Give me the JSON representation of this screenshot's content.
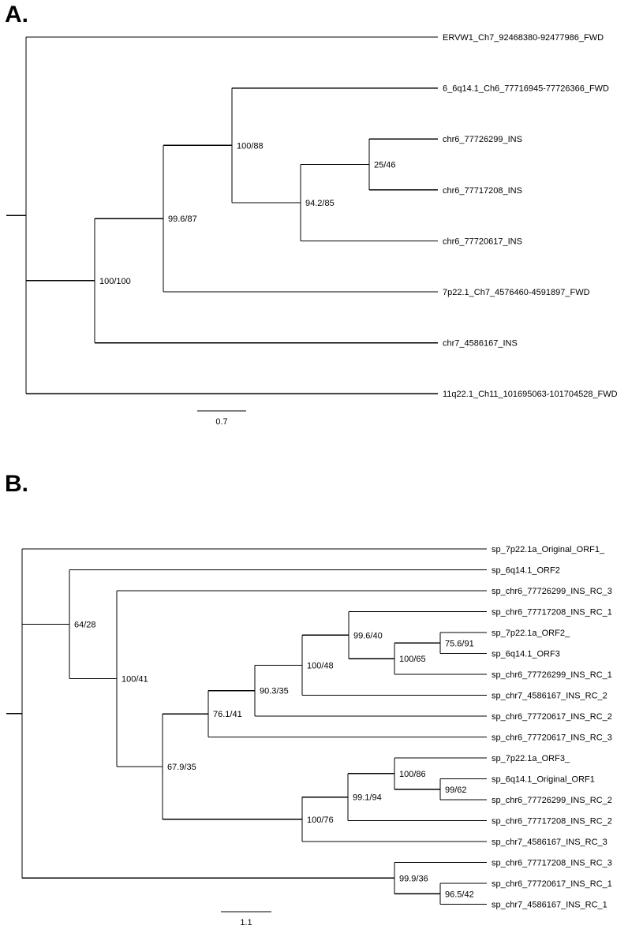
{
  "panels": [
    {
      "id": "A",
      "letter": "A.",
      "scale_bar": {
        "label": "0.7"
      },
      "tree": {
        "support": "",
        "children": [
          {
            "leaf": "ERVW1_Ch7_92468380-92477986_FWD"
          },
          {
            "support": "100/100",
            "children": [
              {
                "support": "99.6/87",
                "children": [
                  {
                    "support": "100/88",
                    "children": [
                      {
                        "leaf": "6_6q14.1_Ch6_77716945-77726366_FWD"
                      },
                      {
                        "support": "94.2/85",
                        "children": [
                          {
                            "support": "25/46",
                            "children": [
                              {
                                "leaf": "chr6_77726299_INS"
                              },
                              {
                                "leaf": "chr6_77717208_INS"
                              }
                            ]
                          },
                          {
                            "leaf": "chr6_77720617_INS"
                          }
                        ]
                      }
                    ]
                  },
                  {
                    "leaf": "7p22.1_Ch7_4576460-4591897_FWD"
                  }
                ]
              },
              {
                "leaf": "chr7_4586167_INS"
              }
            ]
          },
          {
            "leaf": "11q22.1_Ch11_101695063-101704528_FWD"
          }
        ]
      }
    },
    {
      "id": "B",
      "letter": "B.",
      "scale_bar": {
        "label": "1.1"
      },
      "tree": {
        "support": "",
        "children": [
          {
            "leaf": "sp_7p22.1a_Original_ORF1_"
          },
          {
            "support": "64/28",
            "children": [
              {
                "leaf": "sp_6q14.1_ORF2"
              },
              {
                "support": "100/41",
                "children": [
                  {
                    "leaf": "sp_chr6_77726299_INS_RC_3"
                  },
                  {
                    "support": "67.9/35",
                    "children": [
                      {
                        "support": "76.1/41",
                        "children": [
                          {
                            "support": "90.3/35",
                            "children": [
                              {
                                "support": "100/48",
                                "children": [
                                  {
                                    "support": "99.6/40",
                                    "children": [
                                      {
                                        "leaf": "sp_chr6_77717208_INS_RC_1"
                                      },
                                      {
                                        "support": "100/65",
                                        "children": [
                                          {
                                            "support": "75.6/91",
                                            "children": [
                                              {
                                                "leaf": "sp_7p22.1a_ORF2_"
                                              },
                                              {
                                                "leaf": "sp_6q14.1_ORF3"
                                              }
                                            ]
                                          },
                                          {
                                            "leaf": "sp_chr6_77726299_INS_RC_1"
                                          }
                                        ]
                                      }
                                    ]
                                  },
                                  {
                                    "leaf": "sp_chr7_4586167_INS_RC_2"
                                  }
                                ]
                              },
                              {
                                "leaf": "sp_chr6_77720617_INS_RC_2"
                              }
                            ]
                          },
                          {
                            "leaf": "sp_chr6_77720617_INS_RC_3"
                          }
                        ]
                      },
                      {
                        "support": "100/76",
                        "children": [
                          {
                            "support": "99.1/94",
                            "children": [
                              {
                                "support": "100/86",
                                "children": [
                                  {
                                    "leaf": "sp_7p22.1a_ORF3_"
                                  },
                                  {
                                    "support": "99/62",
                                    "children": [
                                      {
                                        "leaf": "sp_6q14.1_Original_ORF1"
                                      },
                                      {
                                        "leaf": "sp_chr6_77726299_INS_RC_2"
                                      }
                                    ]
                                  }
                                ]
                              },
                              {
                                "leaf": "sp_chr6_77717208_INS_RC_2"
                              }
                            ]
                          },
                          {
                            "leaf": "sp_chr7_4586167_INS_RC_3"
                          }
                        ]
                      }
                    ]
                  }
                ]
              }
            ]
          },
          {
            "support": "99.9/36",
            "children": [
              {
                "leaf": "sp_chr6_77717208_INS_RC_3"
              },
              {
                "support": "96.5/42",
                "children": [
                  {
                    "leaf": "sp_chr6_77720617_INS_RC_1"
                  },
                  {
                    "leaf": "sp_chr7_4586167_INS_RC_1"
                  }
                ]
              }
            ]
          }
        ]
      }
    }
  ]
}
